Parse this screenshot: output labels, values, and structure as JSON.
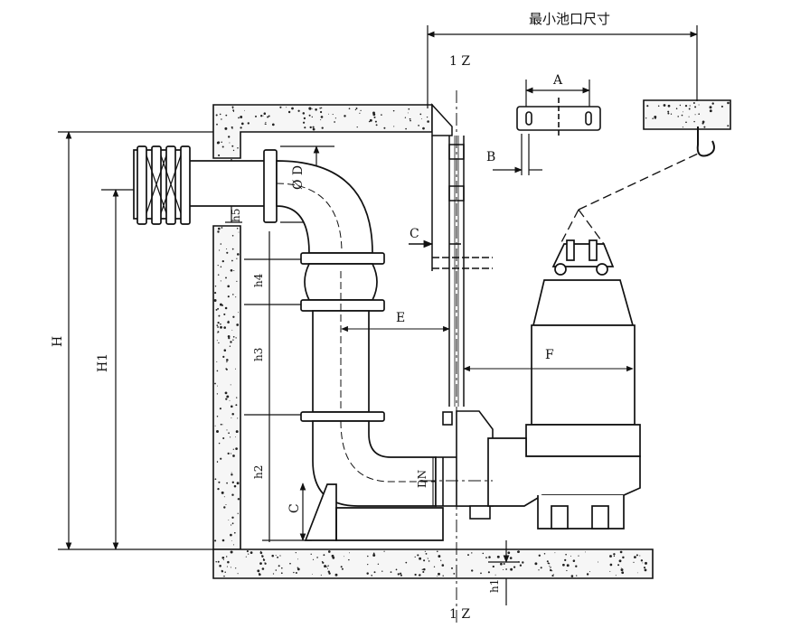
{
  "diagram": {
    "top_dimension_label": "最小池口尺寸",
    "labels": {
      "lz_top": "1  Z",
      "lz_bottom": "1  Z",
      "A": "A",
      "B": "B",
      "C_upper": "C",
      "C_lower": "C",
      "E": "E",
      "F": "F",
      "H": "H",
      "H1": "H1",
      "h1": "h1",
      "h2": "h2",
      "h3": "h3",
      "h4": "h4",
      "h5": "h5",
      "phiD": "Ø D",
      "DN": "DN"
    },
    "colors": {
      "line": "#111111",
      "concrete_fill": "#f4f4f4",
      "speckle": "#222222"
    }
  }
}
